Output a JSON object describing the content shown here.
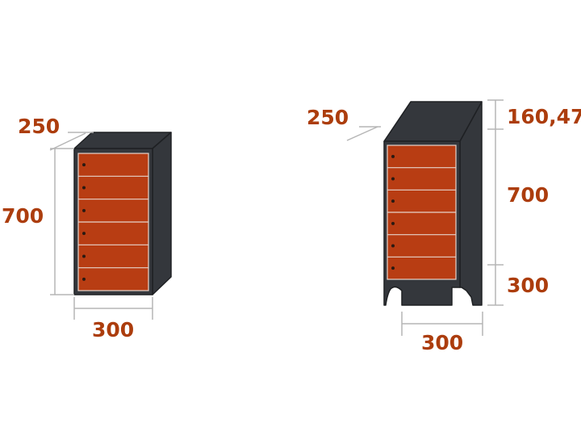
{
  "colors": {
    "cabinet_body": "#34373c",
    "cabinet_outline": "#1e2023",
    "door": "#b83d13",
    "door_line": "#e6d4cb",
    "dimension_text": "#ac3d0d",
    "dimension_line": "#b5b5b5",
    "keyhole": "#2a1a12"
  },
  "left_cabinet": {
    "depth_label": "250",
    "height_label": "700",
    "width_label": "300",
    "door_count": 6
  },
  "right_cabinet": {
    "depth_label": "250",
    "top_label": "160,47",
    "height_label": "700",
    "base_label": "300",
    "width_label": "300",
    "door_count": 6
  }
}
